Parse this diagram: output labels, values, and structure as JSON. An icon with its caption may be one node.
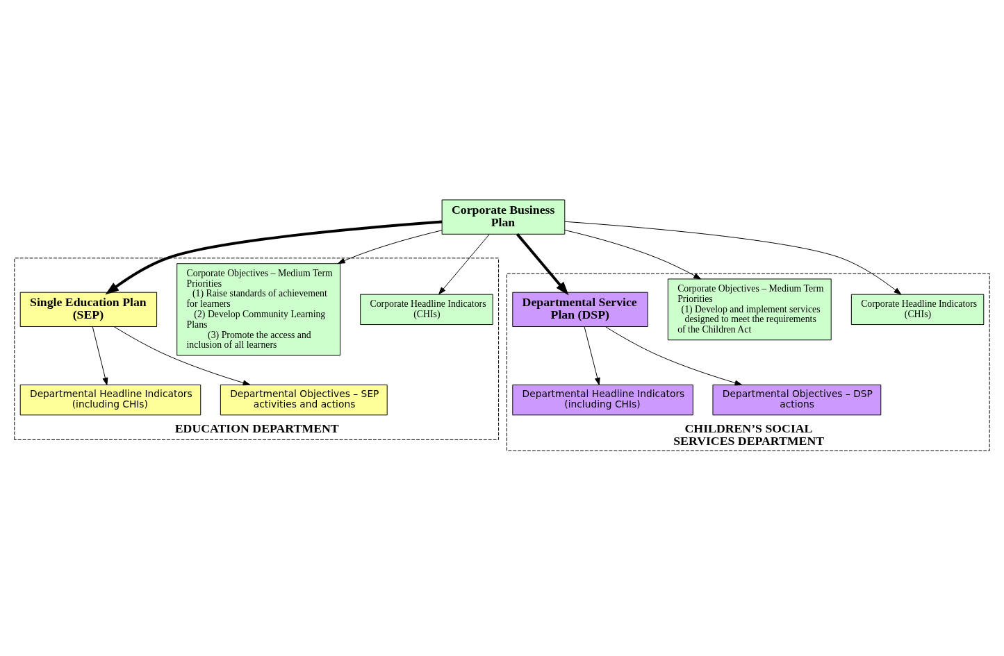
{
  "diagram": {
    "nodes": [
      {
        "text": [
          "EDUCATION DEPARTMENT"
        ]
      },
      {
        "text": [
          "CHILDREN’S SOCIAL SERVICES DEPARTMENT"
        ]
      },
      {
        "text": [
          "Corporate Business Plan"
        ]
      },
      {
        "text": [
          "Corporate Headline Indicators (CHIs)"
        ],
        "in": 0
      },
      {
        "text": [
          "Corporate Objectives – Medium Term Priorities",
          "(1) Raise standards of achievement for learners",
          "(2) Develop Community Learning Plans",
          "(3) Promote the access and inclusion of all learners"
        ],
        "in": 0
      },
      {
        "text": [
          "Corporate Headline Indicators (CHIs)"
        ],
        "in": 1
      },
      {
        "text": [
          "Corporate Objectives – Medium Term Priorities",
          "(1) Develop and implement services designed to meet the requirements of the Children Act"
        ],
        "in": 1
      },
      {
        "text": [
          "Single Education Plan (SEP)"
        ],
        "in": 0
      },
      {
        "text": [
          "Departmental Service Plan (DSP)"
        ],
        "in": 1
      },
      {
        "text": [
          "Departmental Headline Indicators (including CHIs)"
        ],
        "in": 0
      },
      {
        "text": [
          "Departmental Objectives – SEP activities and actions"
        ],
        "in": 0
      },
      {
        "text": [
          "Departmental Headline Indicators (including CHIs)"
        ],
        "in": 1
      },
      {
        "text": [
          "Departmental Objectives – DSP actions"
        ],
        "in": 1
      }
    ],
    "edges": [
      {
        "from": 2,
        "to": 3,
        "arrow": "to"
      },
      {
        "from": 2,
        "to": 4,
        "arrow": "to"
      },
      {
        "from": 2,
        "to": 5,
        "arrow": "to"
      },
      {
        "from": 2,
        "to": 6,
        "arrow": "to"
      },
      {
        "from": 2,
        "to": 7,
        "arrow": "to",
        "style": "thick"
      },
      {
        "from": 2,
        "to": 8,
        "arrow": "to",
        "style": "thick"
      },
      {
        "from": 7,
        "to": 9,
        "arrow": "to"
      },
      {
        "from": 7,
        "to": 10,
        "arrow": "to"
      },
      {
        "from": 8,
        "to": 11,
        "arrow": "to"
      },
      {
        "from": 8,
        "to": 12,
        "arrow": "to"
      }
    ]
  }
}
